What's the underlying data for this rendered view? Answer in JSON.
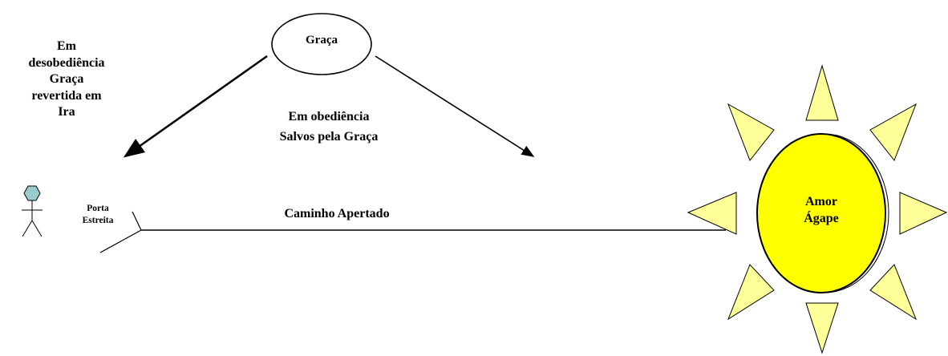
{
  "grace_label": "Graça",
  "disobedience_label": [
    "Em",
    "desobediência",
    "Graça",
    "revertida em",
    "Ira"
  ],
  "obedience_label": [
    "Em obediência",
    "Salvos pela Graça"
  ],
  "gate_label": [
    "Porta",
    "Estreita"
  ],
  "path_label": "Caminho Apertado",
  "sun_label": [
    "Amor",
    "Ágape"
  ],
  "colors": {
    "sun_fill": "#ffff00",
    "ray_fill": "#ffff99",
    "figure_head_fill": "#99cccc",
    "line": "#000000"
  }
}
